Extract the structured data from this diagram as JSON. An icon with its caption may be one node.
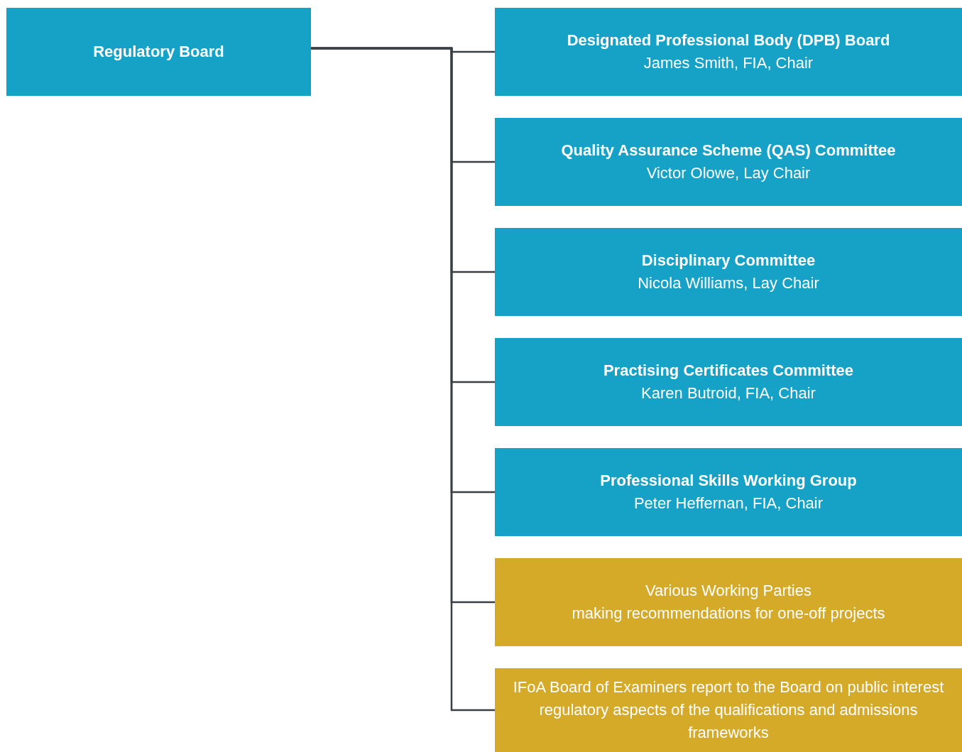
{
  "diagram": {
    "nodes": [
      {
        "text": [
          "Regulatory Board"
        ]
      },
      {
        "text": [
          "Designated Professional Body (DPB) Board",
          "James Smith, FIA, Chair"
        ]
      },
      {
        "text": [
          "Quality Assurance Scheme (QAS) Committee",
          "Victor Olowe, Lay Chair"
        ]
      },
      {
        "text": [
          "Disciplinary Committee",
          "Nicola Williams, Lay Chair"
        ]
      },
      {
        "text": [
          "Practising Certificates Committee",
          "Karen Butroid, FIA, Chair"
        ]
      },
      {
        "text": [
          "Professional Skills Working Group",
          "Peter Heffernan, FIA, Chair"
        ]
      },
      {
        "text": [
          "Various Working Parties",
          "making recommendations for one-off projects"
        ]
      },
      {
        "text": [
          "IFoA Board of Examiners report to the Board on public interest regulatory aspects of the qualifications and admissions frameworks"
        ]
      }
    ],
    "edges": [
      {
        "from": 0,
        "to": 1,
        "arrow": "none"
      },
      {
        "from": 0,
        "to": 2,
        "arrow": "none"
      },
      {
        "from": 0,
        "to": 3,
        "arrow": "none"
      },
      {
        "from": 0,
        "to": 4,
        "arrow": "none"
      },
      {
        "from": 0,
        "to": 5,
        "arrow": "none"
      },
      {
        "from": 0,
        "to": 6,
        "arrow": "none"
      },
      {
        "from": 0,
        "to": 7,
        "arrow": "none"
      }
    ]
  }
}
